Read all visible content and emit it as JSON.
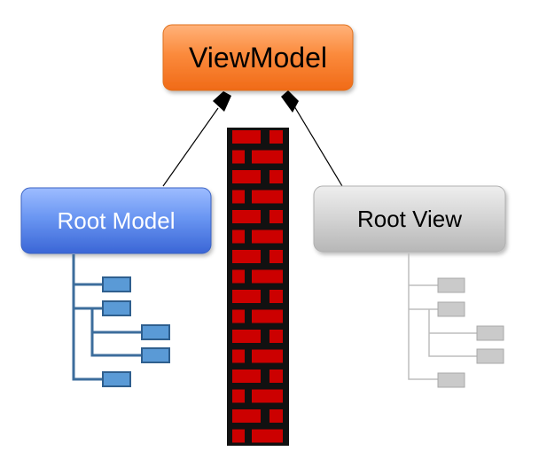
{
  "diagram": {
    "nodes": {
      "viewmodel": {
        "label": "ViewModel",
        "fill": "#f97a2b",
        "text_color": "#000000"
      },
      "root_model": {
        "label": "Root Model",
        "fill": "#4f7fe8",
        "text_color": "#ffffff"
      },
      "root_view": {
        "label": "Root View",
        "fill": "#c8c8c8",
        "text_color": "#000000"
      }
    },
    "colors": {
      "brick": "#cc0000",
      "mortar": "#111111",
      "model_tree_line": "#3c6d9c",
      "model_tree_node": "#5a9ad6",
      "view_tree_line": "#bdbdbd",
      "view_tree_node": "#c8c8c8",
      "connector": "#000000"
    }
  }
}
